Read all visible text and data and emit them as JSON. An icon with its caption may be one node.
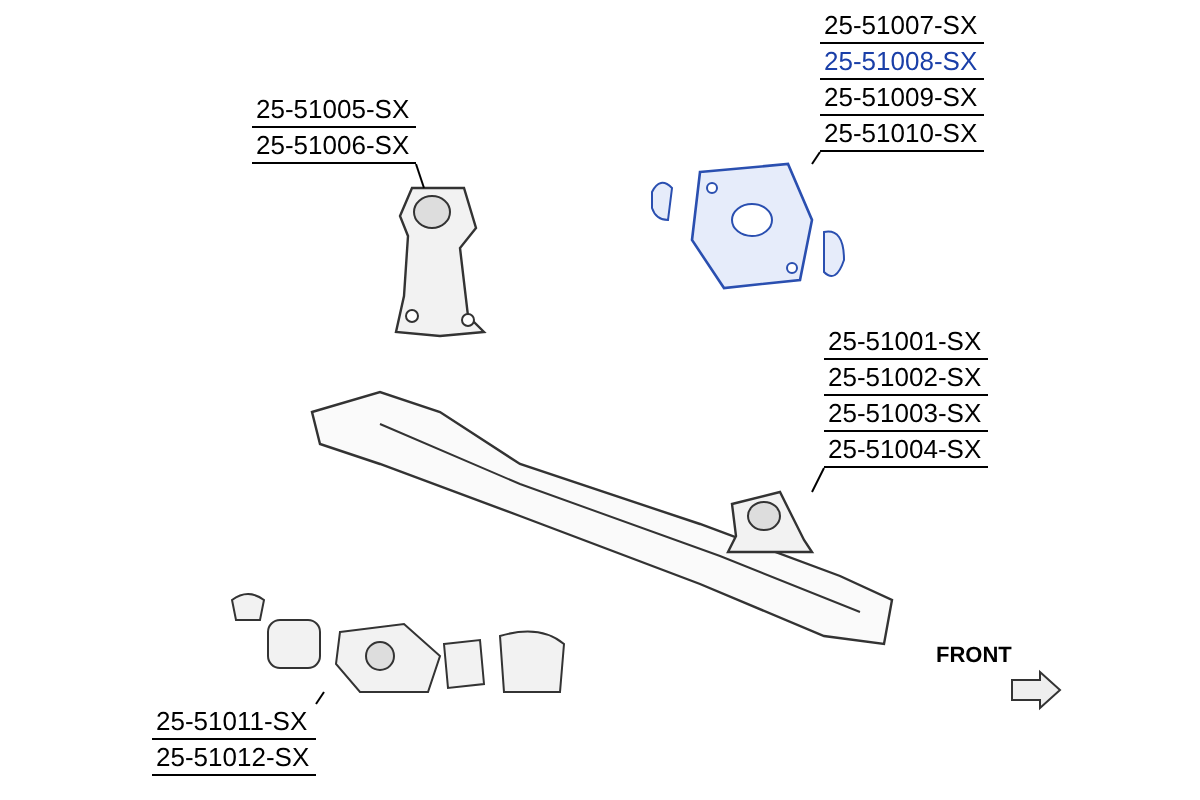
{
  "diagram": {
    "nodes": [
      {
        "text": [
          "25-51005-SX",
          "25-51006-SX"
        ]
      },
      {
        "text": [],
        "shape": "picture"
      },
      {
        "text": [
          "25-51007-SX",
          "25-51008-SX",
          "25-51009-SX",
          "25-51010-SX"
        ]
      },
      {
        "text": [],
        "shape": "picture"
      },
      {
        "text": [
          "25-51001-SX",
          "25-51002-SX",
          "25-51003-SX",
          "25-51004-SX"
        ]
      },
      {
        "text": [],
        "shape": "picture"
      },
      {
        "text": [
          "25-51011-SX",
          "25-51012-SX"
        ]
      },
      {
        "text": [],
        "shape": "picture"
      }
    ],
    "edges": [
      {
        "from": 0,
        "to": 1,
        "arrow": "none"
      },
      {
        "from": 2,
        "to": 3,
        "arrow": "none"
      },
      {
        "from": 4,
        "to": 5,
        "arrow": "none"
      },
      {
        "from": 6,
        "to": 7,
        "arrow": "none"
      }
    ],
    "labels": [
      "FRONT"
    ]
  }
}
